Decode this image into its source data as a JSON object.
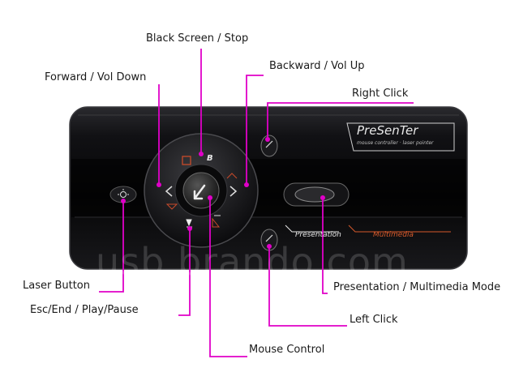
{
  "colors": {
    "callout": "#e000c8",
    "device_body": "#0e0e10",
    "multimedia_text": "#d65a2c",
    "presentation_text": "#e8e8e8"
  },
  "labels": {
    "black_screen_stop": "Black Screen / Stop",
    "backward_vol_up": "Backward / Vol Up",
    "forward_vol_down": "Forward / Vol Down",
    "right_click": "Right Click",
    "laser_button": "Laser Button",
    "presentation_multimedia_mode": "Presentation / Multimedia Mode",
    "esc_end_play_pause": "Esc/End / Play/Pause",
    "left_click": "Left Click",
    "mouse_control": "Mouse Control"
  },
  "device": {
    "brand": "PreSenTer",
    "tagline": "mouse controller · laser pointer",
    "mode_presentation": "Presentation",
    "mode_multimedia": "Multimedia",
    "watermark": "usb.brando.com",
    "button_glyph_b": "B"
  },
  "icons": [
    "laser-icon",
    "forward-icon",
    "backward-icon",
    "stop-icon",
    "play-pause-icon",
    "mouse-arrow-icon"
  ]
}
